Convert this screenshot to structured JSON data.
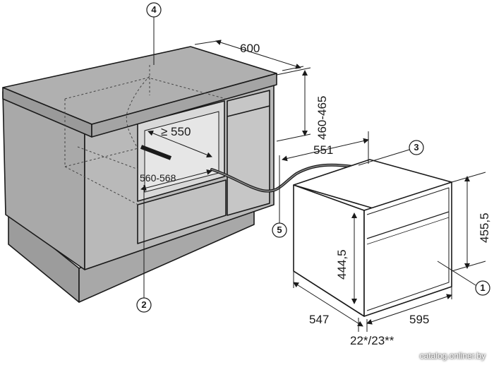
{
  "diagram": {
    "dimensions": {
      "top_depth": "600",
      "niche_height": "460-465",
      "niche_depth": "≥ 550",
      "niche_width": "560-568",
      "cable_length": "551",
      "front_height": "444,5",
      "unit_height": "455,5",
      "unit_depth": "547",
      "unit_width": "595",
      "front_thickness": "22*/23**"
    },
    "callouts": [
      "4",
      "3",
      "5",
      "2",
      "1"
    ]
  },
  "watermark": "catalog.onliner.by"
}
